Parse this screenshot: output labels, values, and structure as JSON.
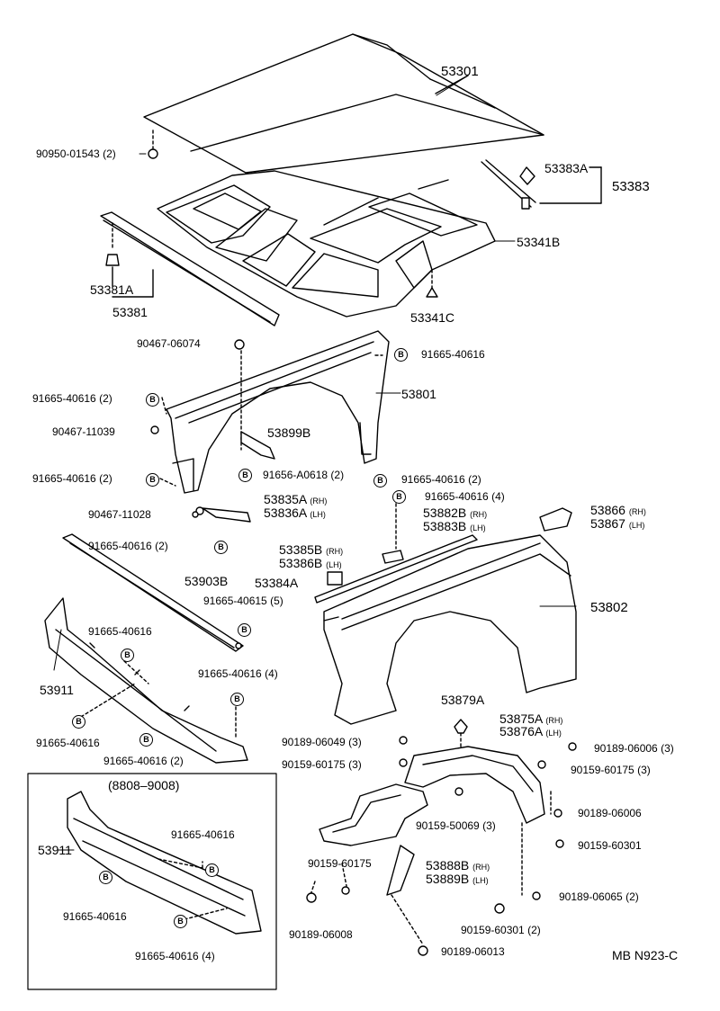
{
  "labels": {
    "hood": "53301",
    "hood_bolt": "90950-01543 (2)",
    "hinge_a": "53383A",
    "hinge": "53383",
    "hood_inner": "53341B",
    "seal_a": "53381A",
    "seal": "53381",
    "bumper_clip": "53341C",
    "clip_a": "90467-06074",
    "screw_a": "91665-40616",
    "screw_b2": "91665-40616 (2)",
    "fender_lh_label": "53801",
    "clip_b": "90467-11039",
    "bracket_a": "53899B",
    "screw_c2": "91665-40616 (2)",
    "screw_d2": "91656-A0618 (2)",
    "screw_e2": "91665-40616 (2)",
    "screw_f4": "91665-40616 (4)",
    "brace_rh": "53835A",
    "brace_lh": "53836A",
    "clip_c": "90467-11028",
    "screw_g2": "91665-40616 (2)",
    "seal_rh": "53882B",
    "seal_lh": "53883B",
    "panel_rh": "53866",
    "panel_lh": "53867",
    "pad_rh": "53385B",
    "pad_lh": "53386B",
    "pad": "53384A",
    "cowl": "53903B",
    "screw_h5": "91665-40615 (5)",
    "fender_rh_label": "53802",
    "screw_i": "91665-40616",
    "screw_j4": "91665-40616 (4)",
    "support": "53911",
    "screw_k": "91665-40616",
    "screw_l2": "91665-40616 (2)",
    "grommet": "53879A",
    "liner_rh": "53875A",
    "liner_lh": "53876A",
    "nut_a3": "90189-06049 (3)",
    "screw_m3": "90159-60175 (3)",
    "nut_b3": "90189-06006 (3)",
    "screw_n3": "90159-60175 (3)",
    "screw_o3": "90159-50069 (3)",
    "nut_c": "90189-06006",
    "screw_p": "90159-60301",
    "inset_date": "(8808–9008)",
    "inset_support": "53911",
    "inset_screw_a": "91665-40616",
    "inset_screw_b": "91665-40616",
    "inset_screw_c4": "91665-40616 (4)",
    "screw_q": "90159-60175",
    "shield_rh": "53888B",
    "shield_lh": "53889B",
    "nut_d2": "90189-06065 (2)",
    "nut_e": "90189-06008",
    "screw_r2": "90159-60301 (2)",
    "nut_f": "90189-06013",
    "footer": "MB  N923-C",
    "rh": "(RH)",
    "lh": "(LH)"
  },
  "icons": {
    "screw_symbol": "B"
  }
}
